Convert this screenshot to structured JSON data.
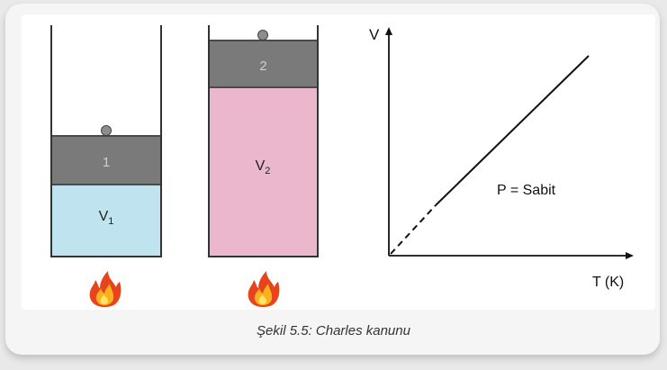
{
  "cylinder_1": {
    "piston_label": "1",
    "volume_label": "V",
    "volume_sub": "1"
  },
  "cylinder_2": {
    "piston_label": "2",
    "volume_label": "V",
    "volume_sub": "2"
  },
  "graph": {
    "y_axis_label": "V",
    "x_axis_label": "T (K)",
    "annotation": "P = Sabit"
  },
  "caption": "Şekil 5.5: Charles kanunu",
  "colors": {
    "water_blue": "#bfe3ef",
    "gas_pink": "#eab7cc",
    "piston_gray": "#7a7a7a"
  }
}
